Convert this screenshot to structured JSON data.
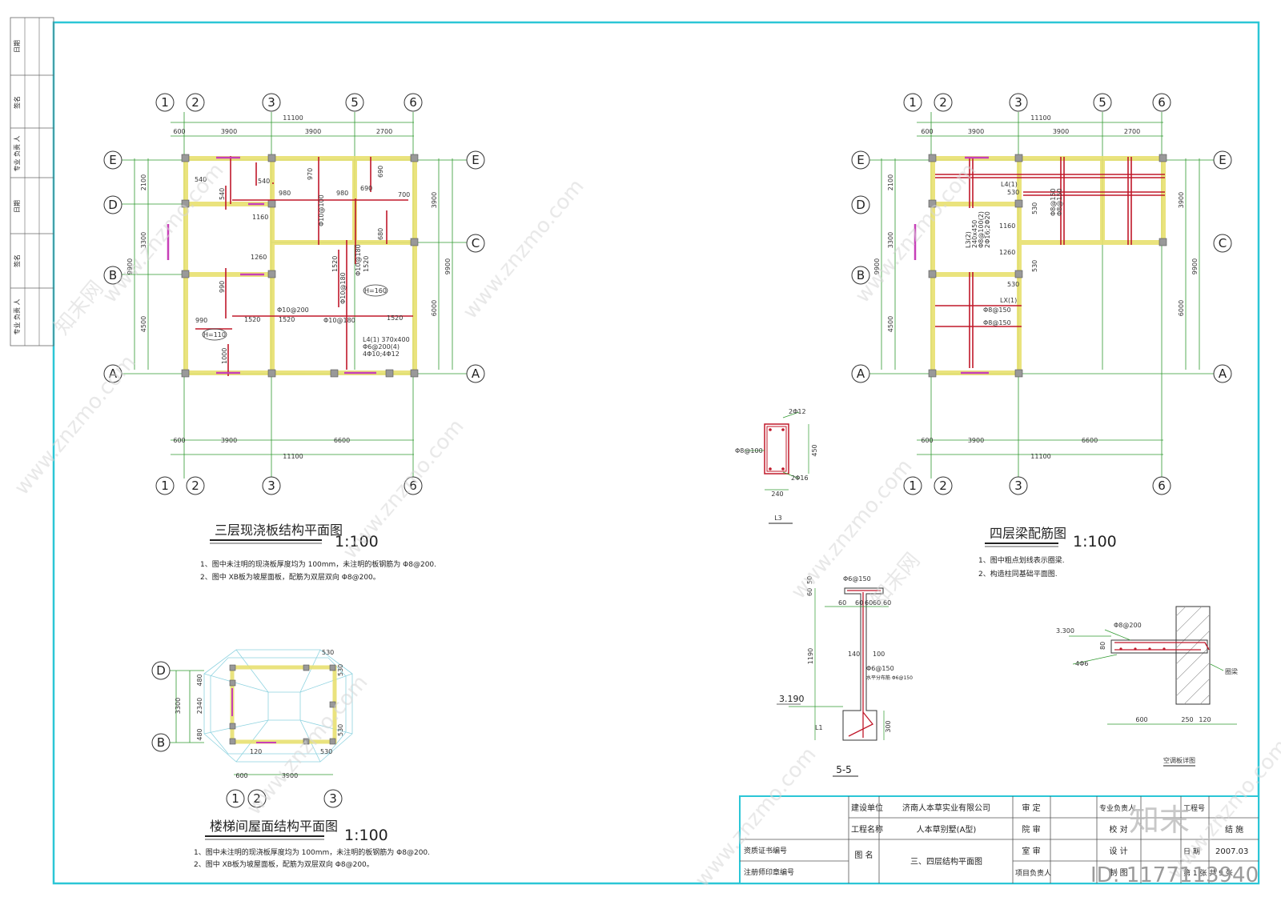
{
  "sheet": {
    "border_color": "#2bc6d6",
    "rebar_color": "#c0182a",
    "beam_color": "#e8e070",
    "dim_color": "#2f9a2f"
  },
  "left_margin": {
    "labels": [
      "日期",
      "签名",
      "专业 负责 人",
      "日期",
      "签名",
      "专业 负责 人"
    ]
  },
  "plan_floor3": {
    "title": "三层现浇板结构平面图",
    "scale": "1:100",
    "notes": [
      "1、图中未注明的现浇板厚度均为 100mm，未注明的板钢筋为 Φ8@200.",
      "2、图中 XB板为坡屋面板，配筋为双层双向 Φ8@200。"
    ],
    "axes_top": [
      "1",
      "2",
      "3",
      "5",
      "6"
    ],
    "axes_bottom": [
      "1",
      "2",
      "3",
      "6"
    ],
    "axes_left": [
      "E",
      "D",
      "B",
      "A"
    ],
    "axes_right": [
      "E",
      "C",
      "A"
    ],
    "dims_top_total": "11100",
    "dims_top": [
      "600",
      "3900",
      "3900",
      "2700"
    ],
    "dims_bottom": [
      "600",
      "3900",
      "6600"
    ],
    "dims_bottom_total": "11100",
    "dims_left": [
      "2100",
      "3300",
      "4500"
    ],
    "dims_left_total": "9900",
    "dims_right": [
      "3900",
      "6000"
    ],
    "dims_right_total": "9900",
    "labels": [
      "540",
      "540",
      "540",
      "970",
      "690",
      "980",
      "980",
      "690",
      "700",
      "1160",
      "1260",
      "990",
      "1520",
      "1520",
      "680",
      "1520",
      "990",
      "1520",
      "1520",
      "1000",
      "Φ10@100",
      "Φ10@180",
      "Φ10@200",
      "Φ10@180",
      "Φ10@180",
      "H=160",
      "H=110",
      "L4(1) 370x400",
      "Φ6@200(4)",
      "4Φ10;4Φ12"
    ]
  },
  "plan_floor4": {
    "title": "四层梁配筋图",
    "scale": "1:100",
    "notes": [
      "1、图中粗点划线表示圈梁.",
      "2、构造柱同基础平面图."
    ],
    "axes_top": [
      "1",
      "2",
      "3",
      "5",
      "6"
    ],
    "axes_bottom": [
      "1",
      "2",
      "3",
      "6"
    ],
    "axes_left": [
      "E",
      "D",
      "B",
      "A"
    ],
    "axes_right": [
      "E",
      "C",
      "A"
    ],
    "dims_top_total": "11100",
    "dims_top": [
      "600",
      "3900",
      "3900",
      "2700"
    ],
    "dims_bottom": [
      "600",
      "3900",
      "6600"
    ],
    "dims_bottom_total": "11100",
    "dims_left": [
      "2100",
      "3300",
      "4500"
    ],
    "dims_left_total": "9900",
    "dims_right": [
      "3900",
      "6000"
    ],
    "dims_right_total": "9900",
    "labels": [
      "L4(1)",
      "530",
      "530",
      "1160",
      "1260",
      "530",
      "530",
      "LX(1)",
      "L3(2)",
      "240x450",
      "Φ8@100(2)",
      "2Φ16;2Φ20",
      "Φ8@150",
      "Φ8@150",
      "Φ8@150",
      "Φ8@150"
    ]
  },
  "plan_stair": {
    "title": "楼梯间屋面结构平面图",
    "scale": "1:100",
    "notes": [
      "1、图中未注明的现浇板厚度均为 100mm，未注明的板钢筋为 Φ8@200.",
      "2、图中 XB板为坡屋面板，配筋为双层双向 Φ8@200。"
    ],
    "axes_bottom": [
      "1",
      "2",
      "3"
    ],
    "axes_left": [
      "D",
      "B"
    ],
    "dims_left": [
      "480",
      "2340",
      "480"
    ],
    "dims_left_total": "3300",
    "dims_bottom": [
      "600",
      "3900"
    ],
    "labels": [
      "530",
      "530",
      "530",
      "530",
      "120"
    ]
  },
  "section_l3": {
    "label": "L3",
    "top_bar": "2Φ12",
    "bottom_bar": "2Φ16",
    "stirrup": "Φ8@100",
    "height": "450",
    "width": "240"
  },
  "section_55": {
    "label": "5-5",
    "labels": [
      "Φ6@150",
      "60",
      "50",
      "60",
      "60",
      "60",
      "60",
      "60",
      "1190",
      "140",
      "100",
      "Φ6@150",
      "水平分布筋 Φ6@150",
      "3.190",
      "300",
      "L1"
    ]
  },
  "section_ac": {
    "label": "空调板详图",
    "labels": [
      "3.300",
      "Φ8@200",
      "80",
      "4Φ6",
      "圈梁",
      "600",
      "250",
      "120"
    ]
  },
  "title_block": {
    "build_unit_label": "建设单位",
    "build_unit": "济南人本草实业有限公司",
    "project_label": "工程名称",
    "project": "人本草别墅(A型)",
    "drawing_label": "图 名",
    "drawing": "三、四层结构平面图",
    "cert_label": "资质证书编号",
    "seal_label": "注册师印章编号",
    "review_label": "审 定",
    "court_label": "院 审",
    "office_label": "室 审",
    "project_lead": "项目负责人",
    "spec_lead": "专业负责人",
    "check": "校 对",
    "design": "设 计",
    "draw": "制 图",
    "eng_no_label": "工程号",
    "type_label": "结 施",
    "date_label": "日 期",
    "date": "2007.03",
    "sheet_label": "第 1 张 共 9 张"
  },
  "watermark": {
    "text": "www.znzmo.com",
    "brand": "知末网",
    "logo": "知末",
    "id": "ID: 1177113940"
  }
}
